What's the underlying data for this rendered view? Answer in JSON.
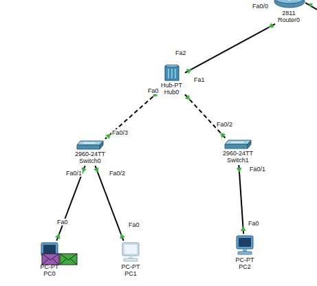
{
  "diagram": {
    "nodes": [
      {
        "text": [
          "2811",
          "Router0"
        ]
      },
      {
        "text": [
          "Hub-PT",
          "Hub0"
        ]
      },
      {
        "text": [
          "2960-24TT",
          "Switch0"
        ]
      },
      {
        "text": [
          "2960-24TT",
          "Switch1"
        ]
      },
      {
        "text": [
          "PC-PT",
          "PC0"
        ]
      },
      {
        "text": [
          "PC-PT",
          "PC1"
        ]
      },
      {
        "text": [
          "PC-PT",
          "PC2"
        ]
      }
    ],
    "edges": [
      {
        "from": 0,
        "to": 1,
        "arrow": "none"
      },
      {
        "from": 1,
        "to": 2,
        "arrow": "none"
      },
      {
        "from": 1,
        "to": 3,
        "arrow": "none"
      },
      {
        "from": 2,
        "to": 4,
        "arrow": "none"
      },
      {
        "from": 2,
        "to": 5,
        "arrow": "none"
      },
      {
        "from": 3,
        "to": 6,
        "arrow": "none"
      }
    ],
    "labels": [
      "Fa0/0",
      "Fa2",
      "Fa1",
      "Fa0",
      "Fa0/3",
      "Fa0/2",
      "Fa0/1",
      "Fa0/2",
      "Fa0/1",
      "Fa0",
      "Fa0",
      "Fa0"
    ]
  }
}
